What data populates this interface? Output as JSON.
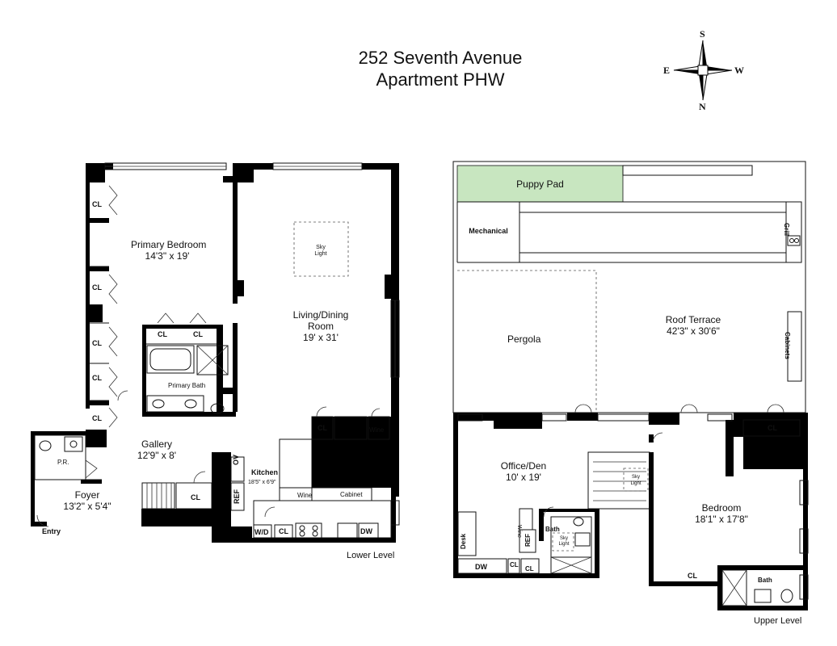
{
  "title": {
    "line1": "252 Seventh Avenue",
    "line2": "Apartment PHW"
  },
  "compass": {
    "top": "S",
    "bottom": "N",
    "left": "E",
    "right": "W"
  },
  "lower_level": {
    "label": "Lower Level",
    "entry": "Entry",
    "rooms": {
      "primary_bedroom": {
        "name": "Primary Bedroom",
        "size": "14'3\" x 19'"
      },
      "living_dining": {
        "name": "Living/Dining",
        "name2": "Room",
        "size": "19' x 31'"
      },
      "skylight": {
        "line1": "Sky",
        "line2": "Light"
      },
      "gallery": {
        "name": "Gallery",
        "size": "12'9\" x 8'"
      },
      "foyer": {
        "name": "Foyer",
        "size": "13'2\" x 5'4\""
      },
      "kitchen": {
        "name": "Kitchen",
        "size": "18'5\" x 6'9\""
      },
      "primary_bath": {
        "name": "Primary Bath"
      },
      "powder_room": {
        "name": "P.R."
      }
    },
    "fixtures": {
      "closet": "CL",
      "wine": "Wine",
      "cabinet": "Cabinet",
      "oven": "OV",
      "refrigerator": "REF",
      "washer_dryer": "W/D",
      "dishwasher": "DW"
    }
  },
  "upper_level": {
    "label": "Upper Level",
    "rooms": {
      "puppy_pad": {
        "name": "Puppy Pad"
      },
      "mechanical": {
        "name": "Mechanical"
      },
      "grill": {
        "name": "Grill"
      },
      "pergola": {
        "name": "Pergola"
      },
      "roof_terrace": {
        "name": "Roof Terrace",
        "size": "42'3\" x 30'6\""
      },
      "cabinets": {
        "name": "Cabinets"
      },
      "office_den": {
        "name": "Office/Den",
        "size": "10' x 19'"
      },
      "skylight": {
        "line1": "Sky",
        "line2": "Light"
      },
      "bedroom": {
        "name": "Bedroom",
        "size": "18'1\" x 17'8\""
      },
      "bath_office": {
        "name": "Bath"
      },
      "bath_bedroom": {
        "name": "Bath"
      },
      "bath_skylight": {
        "line1": "Sky",
        "line2": "Light"
      }
    },
    "fixtures": {
      "closet": "CL",
      "wine": "Wine",
      "refrigerator": "REF",
      "dishwasher": "DW",
      "desk": "Desk"
    }
  },
  "colors": {
    "wall": "#000000",
    "puppy_pad": "#c8e6c0",
    "line": "#111111"
  }
}
